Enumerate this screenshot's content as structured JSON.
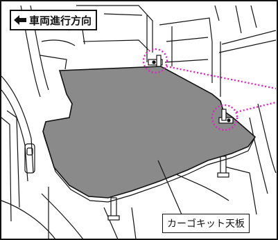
{
  "labels": {
    "direction": "車両進行方向",
    "part": "カーゴキット天板"
  },
  "icons": {
    "direction_arrow": "arrow-left-icon",
    "bracket_callout": "dotted-circle-callout"
  },
  "colors": {
    "panel_fill": "#8a8a8a",
    "outline": "#111111",
    "callout": "#e020c0"
  }
}
